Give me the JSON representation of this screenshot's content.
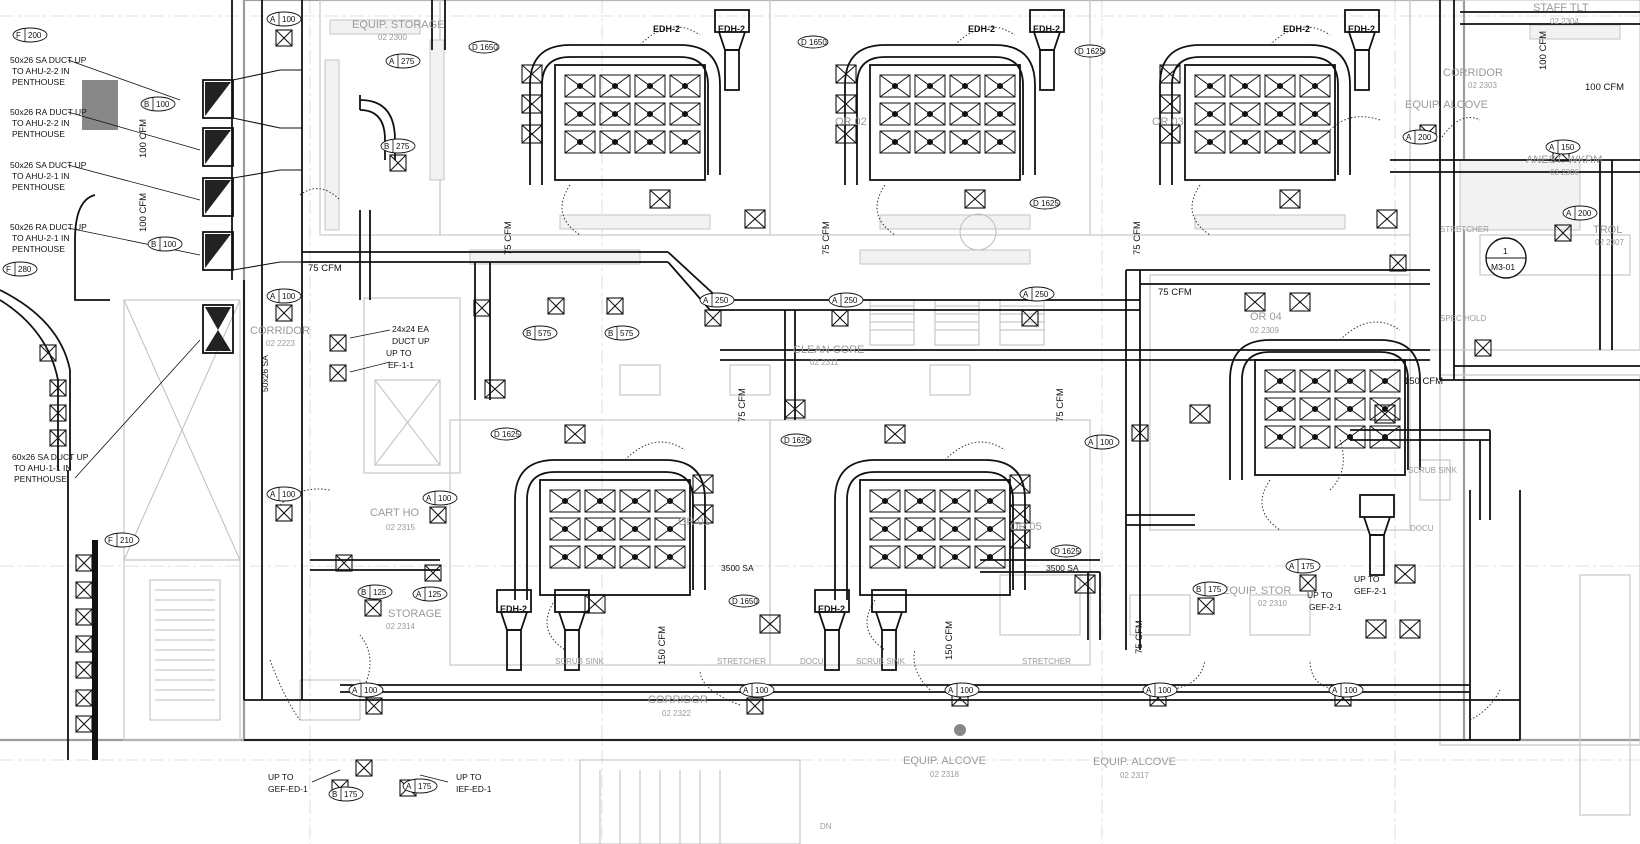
{
  "drawing": {
    "rooms": [
      {
        "id": "equip-storage-top",
        "name": "EQUIP. STORAGE",
        "number": "02 2300"
      },
      {
        "id": "corridor-left",
        "name": "CORRIDOR",
        "number": "02 2223"
      },
      {
        "id": "clean-core",
        "name": "CLEAN CORE",
        "number": "02 2311"
      },
      {
        "id": "corridor-right",
        "name": "CORRIDOR",
        "number": "02 2303"
      },
      {
        "id": "equip-alcove-right",
        "name": "EQUIP. ALCOVE",
        "number": ""
      },
      {
        "id": "anest-wkrm",
        "name": "ANEST. WKRM",
        "number": "02 2306"
      },
      {
        "id": "staff-toilet",
        "name": "STAFF TLT",
        "number": "02 2304"
      },
      {
        "id": "control",
        "name": "TROL",
        "number": "02 2307"
      },
      {
        "id": "spec-hold",
        "name": "SPEC HOLD",
        "number": ""
      },
      {
        "id": "stretcher-r",
        "name": "STRETCHER",
        "number": ""
      },
      {
        "id": "scrub-sink-r",
        "name": "SCRUB SINK",
        "number": ""
      },
      {
        "id": "docu-r",
        "name": "DOCU",
        "number": ""
      },
      {
        "id": "equip-stor-2310",
        "name": "EQUIP. STOR",
        "number": "02 2310"
      },
      {
        "id": "cart-hold",
        "name": "CART HO",
        "number": "02 2315"
      },
      {
        "id": "storage-2314",
        "name": "STORAGE",
        "number": "02 2314"
      },
      {
        "id": "corridor-bottom",
        "name": "CORRIDOR",
        "number": "02 2322"
      },
      {
        "id": "equip-alcove-2318",
        "name": "EQUIP. ALCOVE",
        "number": "02 2318"
      },
      {
        "id": "equip-alcove-2317",
        "name": "EQUIP. ALCOVE",
        "number": "02 2317"
      },
      {
        "id": "stretcher-b1",
        "name": "STRETCHER",
        "number": ""
      },
      {
        "id": "stretcher-b2",
        "name": "STRETCHER",
        "number": ""
      },
      {
        "id": "scrub-sink-b1",
        "name": "SCRUB SINK",
        "number": ""
      },
      {
        "id": "scrub-sink-b2",
        "name": "SCRUB SINK",
        "number": ""
      },
      {
        "id": "docu-b",
        "name": "DOCU",
        "number": ""
      },
      {
        "id": "or-05",
        "name": "OR 05",
        "number": ""
      },
      {
        "id": "or-04",
        "name": "OR 04",
        "number": "02 2309"
      },
      {
        "id": "or-01",
        "name": "OR 01",
        "number": ""
      },
      {
        "id": "or-02",
        "name": "OR 02",
        "number": ""
      },
      {
        "id": "or-03",
        "name": "OR 03",
        "number": ""
      },
      {
        "id": "stair-dn",
        "name": "DN",
        "number": ""
      }
    ],
    "notes": {
      "sa_ahu_2_2": [
        "50x26 SA DUCT UP",
        "TO AHU-2-2 IN",
        "PENTHOUSE"
      ],
      "ra_ahu_2_2": [
        "50x26 RA DUCT UP",
        "TO AHU-2-2 IN",
        "PENTHOUSE"
      ],
      "sa_ahu_2_1": [
        "50x26 SA DUCT UP",
        "TO AHU-2-1 IN",
        "PENTHOUSE"
      ],
      "ra_ahu_2_1": [
        "50x26 RA DUCT UP",
        "TO AHU-2-1 IN",
        "PENTHOUSE"
      ],
      "sa_ahu_1_1": [
        "60x26 SA DUCT UP",
        "TO AHU-1-1 IN",
        "PENTHOUSE"
      ],
      "ea_ef_1_1": [
        "24x24 EA",
        "DUCT UP",
        "UP TO",
        "EF-1-1"
      ],
      "gef_ed_1": [
        "UP TO",
        "GEF-ED-1"
      ],
      "ief_ed_1": [
        "UP TO",
        "IEF-ED-1"
      ],
      "gef_2_1": [
        "UP TO",
        "GEF-2-1"
      ],
      "gef_2_x": [
        "UP TO",
        "GEF-2-1"
      ],
      "duct_50x26_sa": "50x26 SA",
      "sa_3500_a": "3500 SA",
      "sa_3500_b": "3500 SA"
    },
    "airflows": {
      "cfm_100_a": "100 CFM",
      "cfm_100_b": "100 CFM",
      "cfm_100_c": "100 CFM",
      "cfm_100_d": "100 CFM",
      "cfm_75_a": "75 CFM",
      "cfm_75_b": "75 CFM",
      "cfm_75_c": "75 CFM",
      "cfm_75_d": "75 CFM",
      "cfm_75_e": "75 CFM",
      "cfm_75_f": "75 CFM",
      "cfm_75_g": "75 CFM",
      "cfm_75_h": "75 CFM",
      "cfm_150_a": "150 CFM",
      "cfm_150_b": "150 CFM",
      "cfm_150_c": "150 CFM"
    },
    "diffuser_tags": {
      "a275": [
        "A",
        "275"
      ],
      "b275": [
        "B",
        "275"
      ],
      "b100a": [
        "B",
        "100"
      ],
      "b100b": [
        "B",
        "100"
      ],
      "a100a": [
        "A",
        "100"
      ],
      "a100b": [
        "A",
        "100"
      ],
      "a100c": [
        "A",
        "100"
      ],
      "a100d": [
        "A",
        "100"
      ],
      "a100e": [
        "A",
        "100"
      ],
      "a100f": [
        "A",
        "100"
      ],
      "a100g": [
        "A",
        "100"
      ],
      "a100h": [
        "A",
        "100"
      ],
      "a100i": [
        "A",
        "100"
      ],
      "a100j": [
        "A",
        "100"
      ],
      "a250a": [
        "A",
        "250"
      ],
      "a250b": [
        "A",
        "250"
      ],
      "a250c": [
        "A",
        "250"
      ],
      "b575a": [
        "B",
        "575"
      ],
      "b575b": [
        "B",
        "575"
      ],
      "a200a": [
        "A",
        "200"
      ],
      "a200b": [
        "A",
        "200"
      ],
      "a150": [
        "A",
        "150"
      ],
      "a175a": [
        "A",
        "175"
      ],
      "a175b": [
        "A",
        "175"
      ],
      "b175a": [
        "B",
        "175"
      ],
      "b175b": [
        "B",
        "175"
      ],
      "b125": [
        "B",
        "125"
      ],
      "a125": [
        "A",
        "125"
      ],
      "f210": [
        "F",
        "210"
      ],
      "f200a": [
        "F",
        "200"
      ],
      "f280": [
        "F",
        "280"
      ]
    },
    "damper_tags": {
      "d1650a": "D 1650",
      "d1650b": "D 1650",
      "d1650c": "D 1650",
      "d1625a": "D 1625",
      "d1625b": "D 1625",
      "d1625c": "D 1625",
      "d1625d": "D 1625",
      "d1625e": "D 1625"
    },
    "equipment_tags": {
      "edh2_a": "EDH-2",
      "edh2_b": "EDH-2",
      "edh2_c": "EDH-2",
      "edh2_d": "EDH-2",
      "edh2_e": "EDH-2",
      "edh2_f": "EDH-2",
      "edh2_g": "EDH-2",
      "edh2_h": "EDH-2"
    },
    "section_marker": {
      "number": "1",
      "sheet": "M3-01"
    }
  }
}
